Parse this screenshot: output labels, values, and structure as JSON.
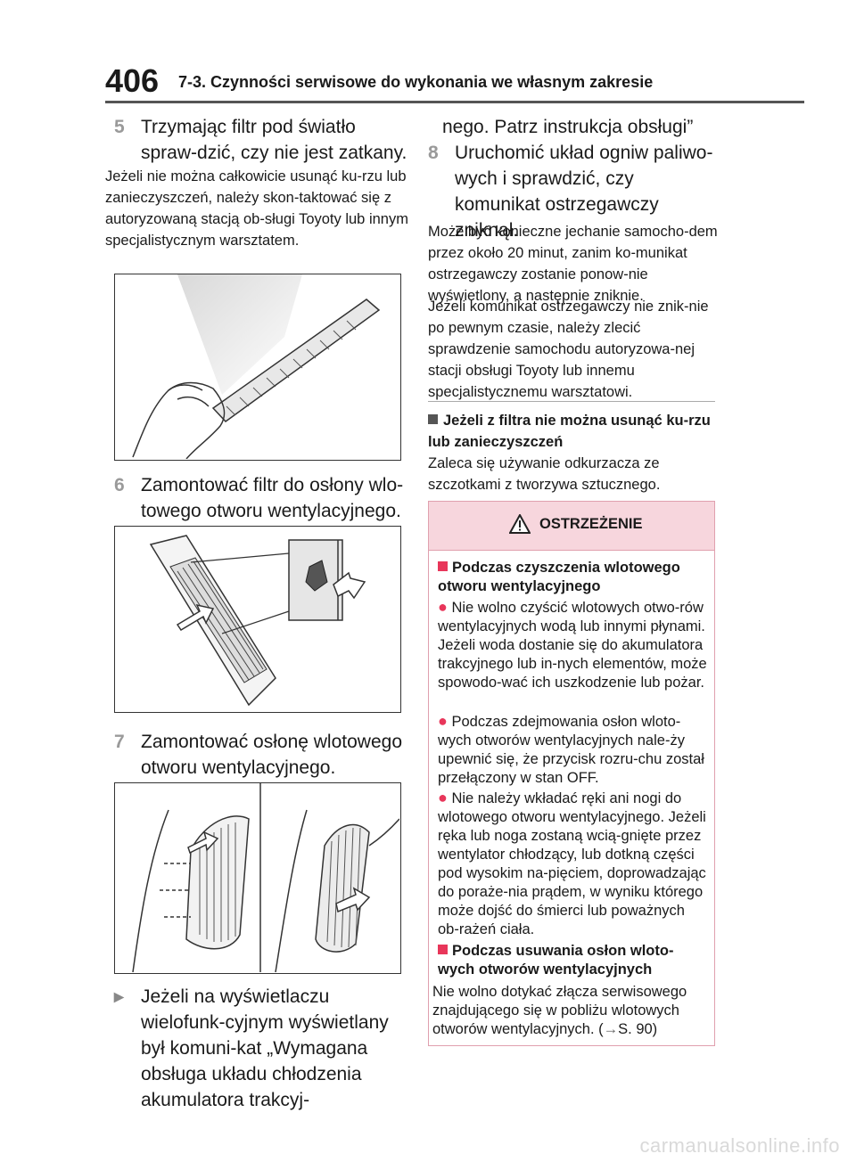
{
  "header": {
    "page_number": "406",
    "section_title": "7-3. Czynności serwisowe do wykonania we własnym zakresie"
  },
  "left": {
    "step5": {
      "num": "5",
      "text": "Trzymając filtr pod światło spraw-dzić, czy nie jest zatkany."
    },
    "step5_note": "Jeżeli nie można całkowicie usunąć ku-rzu lub zanieczyszczeń, należy skon-taktować się z autoryzowaną stacją ob-sługi Toyoty lub innym specjalistycznym warsztatem.",
    "step6": {
      "num": "6",
      "text": "Zamontować filtr do osłony wlo-towego otworu wentylacyjnego."
    },
    "step7": {
      "num": "7",
      "text": "Zamontować osłonę wlotowego otworu wentylacyjnego."
    },
    "bullet": "Jeżeli na wyświetlaczu wielofunk-cyjnym wyświetlany był komuni-kat „Wymagana obsługa układu chłodzenia akumulatora trakcyj-"
  },
  "right": {
    "bullet_cont": "nego. Patrz instrukcja obsługi”",
    "step8": {
      "num": "8",
      "text": "Uruchomić układ ogniw paliwo-wych i sprawdzić, czy komunikat ostrzegawczy zniknął."
    },
    "para1": "Może być konieczne jechanie samocho-dem przez około 20 minut, zanim ko-munikat ostrzegawczy zostanie ponow-nie wyświetlony, a następnie zniknie.",
    "para2": "Jeżeli komunikat ostrzegawczy nie znik-nie po pewnym czasie, należy zlecić sprawdzenie samochodu autoryzowa-nej stacji obsługi Toyoty lub innemu specjalistycznemu warsztatowi.",
    "subhead": "Jeżeli z filtra nie można usunąć ku-rzu lub zanieczyszczeń",
    "subtext": "Zaleca się używanie odkurzacza ze szczotkami z tworzywa sztucznego."
  },
  "warning": {
    "title": "OSTRZEŻENIE",
    "h1": "Podczas czyszczenia wlotowego otworu wentylacyjnego",
    "items": [
      "Nie wolno czyścić wlotowych otwo-rów wentylacyjnych wodą lub innymi płynami. Jeżeli woda dostanie się do akumulatora trakcyjnego lub in-nych elementów, może spowodo-wać ich uszkodzenie lub pożar.",
      "Podczas zdejmowania osłon wloto-wych otworów wentylacyjnych nale-ży upewnić się, że przycisk rozru-chu został przełączony w stan OFF.",
      "Nie należy wkładać ręki ani nogi do wlotowego otworu wentylacyjnego. Jeżeli ręka lub noga zostaną wcią-gnięte przez wentylator chłodzący, lub dotkną części pod wysokim na-pięciem, doprowadzając do poraże-nia prądem, w wyniku którego może dojść do śmierci lub poważnych ob-rażeń ciała."
    ],
    "h2": "Podczas usuwania osłon wloto-wych otworów wentylacyjnych",
    "last": "Nie wolno dotykać złącza serwisowego znajdującego się w pobliżu wlotowych otworów wentylacyjnych. (",
    "last_ref": "S. 90)"
  },
  "watermark": "carmanualsonline.info"
}
